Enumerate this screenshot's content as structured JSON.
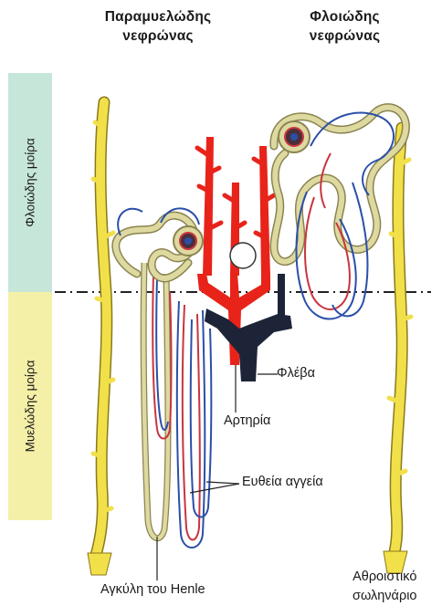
{
  "headings": {
    "juxtamedullary": [
      "Παραμυελώδης",
      "νεφρώνας"
    ],
    "cortical": [
      "Φλοιώδης",
      "νεφρώνας"
    ]
  },
  "zones": {
    "cortex": "Φλοιώδης μοίρα",
    "medulla": "Μυελώδης μοίρα"
  },
  "labels": {
    "vein": "Φλέβα",
    "artery": "Αρτηρία",
    "vasa_recta": "Ευθεία αγγεία",
    "loop_of_henle": "Αγκύλη του Henle",
    "collecting_duct": [
      "Αθροιστικό",
      "σωληνάριο"
    ]
  },
  "colors": {
    "cortex_band": "#c7e6da",
    "medulla_band": "#f5f0a8",
    "artery": "#e8231a",
    "vein": "#1e2438",
    "tubule_yellow": "#f2e04a",
    "tubule_beige": "#ded9a0",
    "capillary_blue": "#2b4fa8",
    "capillary_red": "#c8353f"
  }
}
